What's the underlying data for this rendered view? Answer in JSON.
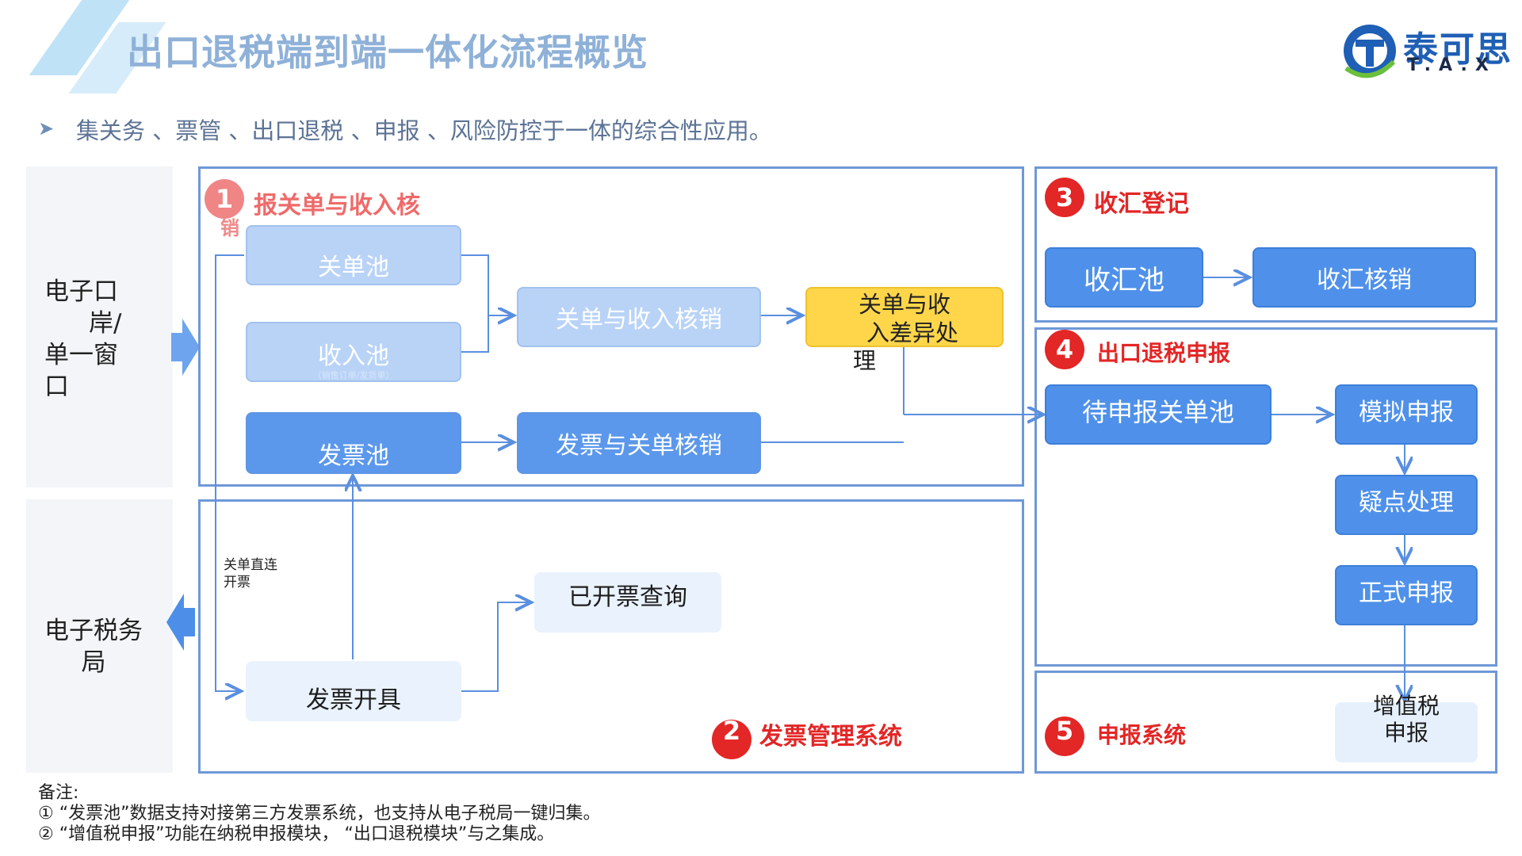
{
  "header": {
    "title": "出口退税端到端一体化流程概览",
    "subtitle": "集关务 、票管 、出口退税 、申报 、风险防控于一体的综合性应用。",
    "bullet_icon": "triangle-right-icon"
  },
  "logo": {
    "cn": "泰可思",
    "en": "T.A.X"
  },
  "left": {
    "top_label": [
      "电子口",
      "岸/",
      "单一窗",
      "口"
    ],
    "bottom_label": [
      "电子税务",
      "局"
    ]
  },
  "sections": {
    "s1": {
      "num": "1",
      "title": "报关单与收入核",
      "title_wrap": "销"
    },
    "s2": {
      "num": "2",
      "title": "发票管理系统"
    },
    "s3": {
      "num": "3",
      "title": "收汇登记"
    },
    "s4": {
      "num": "4",
      "title": "出口退税申报"
    },
    "s5": {
      "num": "5",
      "title": "申报系统"
    }
  },
  "boxes": {
    "guandan_pool": "关单池",
    "income_pool": "收入池",
    "income_pool_note": "（销售订单/发货单）",
    "invoice_pool": "发票池",
    "guandan_income_verify": "关单与收入核销",
    "invoice_guandan_verify": "发票与关单核销",
    "diff_handle": [
      "关单与收",
      "入差异处",
      "理"
    ],
    "invoice_issue": "发票开具",
    "issued_query": "已开票查询",
    "direct_issue_label": [
      "关单直连",
      "开票"
    ],
    "fx_pool": "收汇池",
    "fx_verify": "收汇核销",
    "pending_pool": "待申报关单池",
    "sim_declare": "模拟申报",
    "doubt_handle": "疑点处理",
    "formal_declare": "正式申报",
    "vat_declare": [
      "增值税",
      "申报"
    ]
  },
  "notes": {
    "heading": "备注:",
    "line1": "①  “发票池”数据支持对接第三方发票系统，也支持从电子税局一键归集。",
    "line2": "②  “增值税申报”功能在纳税申报模块，  “出口退税模块”与之集成。"
  },
  "colors": {
    "accent_red": "#e32626",
    "frame_blue": "#6e98d8",
    "box_blue": "#4f91ea",
    "box_yellow": "#ffd64a",
    "title_blue": "#8fb1d8"
  }
}
